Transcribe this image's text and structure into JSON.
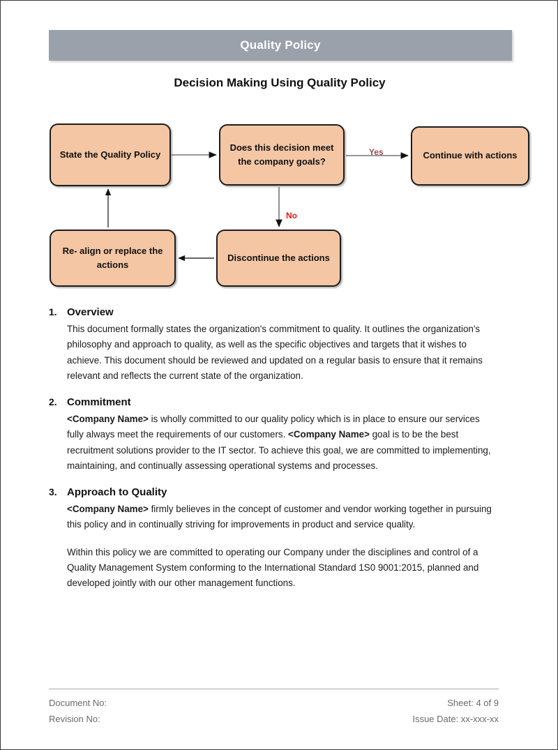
{
  "document": {
    "banner_title": "Quality Policy",
    "chart_title": "Decision Making Using Quality Policy"
  },
  "flowchart": {
    "nodes": [
      {
        "id": "state",
        "label": "State the Quality Policy"
      },
      {
        "id": "decision",
        "label": "Does this decision meet the company goals?"
      },
      {
        "id": "continue",
        "label": "Continue with actions"
      },
      {
        "id": "realign",
        "label": "Re- align or replace the actions"
      },
      {
        "id": "discontinue",
        "label": "Discontinue the actions"
      }
    ],
    "edge_labels": {
      "yes": "Yes",
      "no": "No"
    },
    "colors": {
      "node_fill": "#F4C6A4",
      "node_border": "#1d1d1d",
      "yes_label": "#9c4a4a",
      "no_label": "#ef1414",
      "banner_fill": "#9aa1ab"
    }
  },
  "sections": [
    {
      "number": "1.",
      "title": "Overview",
      "paragraphs": [
        "This document formally states the organization's commitment to quality. It outlines the organization's philosophy and approach to quality, as well as the specific objectives and targets that it wishes to achieve. This document should be reviewed and updated on a regular basis to ensure that it remains relevant and reflects the current state of the organization."
      ]
    },
    {
      "number": "2.",
      "title": "Commitment",
      "paragraphs": [
        "<Company Name> is wholly committed to our quality policy which is in place to ensure our services fully always meet the requirements of our customers. <Company Name> goal is to be the best recruitment solutions provider to the IT sector. To achieve this goal, we are committed to implementing, maintaining, and continually assessing operational systems and processes."
      ]
    },
    {
      "number": "3.",
      "title": "Approach to Quality",
      "paragraphs": [
        "<Company Name> firmly believes in the concept of customer and vendor working together in pursuing this policy and in continually striving for improvements in product and service quality.",
        "Within this policy we are committed to operating our Company under the disciplines and control of a Quality Management System conforming to the International Standard 1S0 9001:2015, planned and developed jointly with our other management functions."
      ]
    }
  ],
  "footer": {
    "document_no": "Document No:",
    "revision_no": "Revision No:",
    "sheet": "Sheet: 4 of 9",
    "issue_date": "Issue Date: xx-xxx-xx"
  }
}
